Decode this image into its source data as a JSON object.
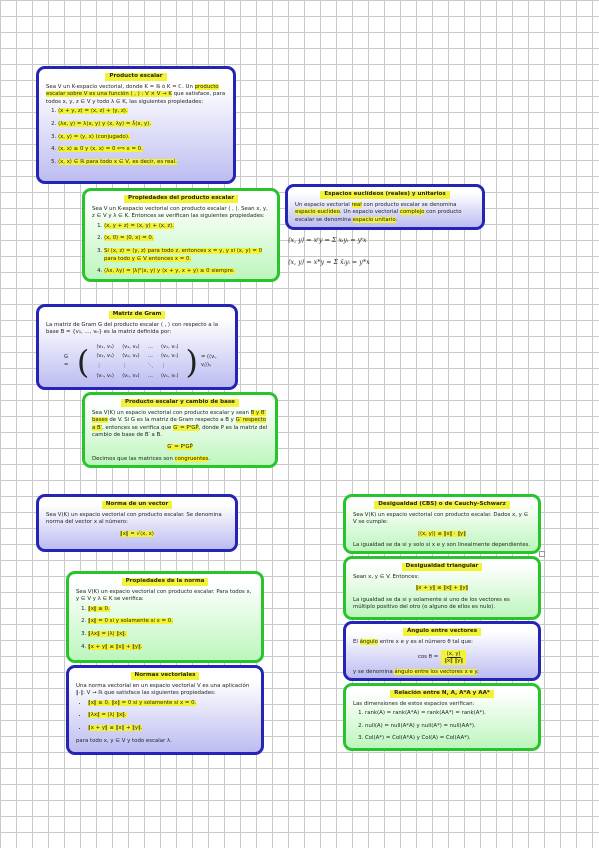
{
  "producto_escalar": {
    "title": "Producto escalar",
    "intro_a": "Sea V un K-espacio vectorial, donde K = ℝ ó K = ℂ. Un ",
    "intro_hl": "producto escalar sobre V es una función ⟨ , ⟩ : V × V → K",
    "intro_b": " que satisface, para todos x, y, z ∈ V y todo λ ∈ K, las siguientes propiedades:",
    "items": [
      "⟨x + y, z⟩ = ⟨x, z⟩ + ⟨y, z⟩.",
      "⟨λx, y⟩ = λ⟨x, y⟩ y ⟨x, λy⟩ = λ̄⟨x, y⟩.",
      "⟨x, y⟩ = ⟨y, x⟩ (conjugado).",
      "⟨x, x⟩ ≥ 0 y ⟨x, x⟩ = 0 ⟺ x = 0.",
      "⟨x, x⟩ ∈ ℝ para todo x ∈ V, es decir, es real."
    ]
  },
  "propiedades_producto": {
    "title": "Propiedades del producto escalar",
    "intro": "Sea V un K-espacio vectorial con producto escalar ⟨ , ⟩. Sean x, y, z ∈ V y λ ∈ K. Entonces se verifican las siguientes propiedades:",
    "items": [
      "⟨x, y + z⟩ = ⟨x, y⟩ + ⟨x, z⟩.",
      "⟨x, 0⟩ = ⟨0, x⟩ = 0.",
      "Si ⟨x, z⟩ = ⟨y, z⟩ para todo z, entonces x = y, y si ⟨x, y⟩ = 0 para todo y ∈ V entonces x = 0.",
      "⟨λx, λy⟩ = |λ|²⟨x, y⟩ y ⟨x + y, x + y⟩ ≥ 0 siempre."
    ]
  },
  "espacios_euclideos": {
    "title": "Espacios euclídeos (reales) y unitarios",
    "text_a": "Un espacio vectorial ",
    "hl1": "real",
    "text_b": " con producto escalar se denomina ",
    "hl2": "espacio euclídeo",
    "text_c": ". Un espacio vectorial ",
    "hl3": "complejo",
    "text_d": " con producto escalar se denomina ",
    "hl4": "espacio unitario",
    "text_e": "."
  },
  "formulas": {
    "f1": "⟨x, y⟩ = xᵗy = Σ xᵢyᵢ = yᵗx",
    "f2": "⟨x, y⟩ = x*y = Σ x̄ᵢyᵢ = y*x"
  },
  "matriz_gram": {
    "title": "Matriz de Gram",
    "intro": "La matriz de Gram G del producto escalar ⟨ , ⟩ con respecto a la base B = {v₁, …, vₙ} es la matriz definida por:",
    "label": "G =",
    "rows": [
      [
        "⟨v₁, v₁⟩",
        "⟨v₁, v₂⟩",
        "…",
        "⟨v₁, vₙ⟩"
      ],
      [
        "⟨v₂, v₁⟩",
        "⟨v₂, v₂⟩",
        "…",
        "⟨v₂, vₙ⟩"
      ],
      [
        "⋮",
        "⋮",
        "⋱",
        "⋮"
      ],
      [
        "⟨vₙ, v₁⟩",
        "⟨vₙ, v₂⟩",
        "…",
        "⟨vₙ, vₙ⟩"
      ]
    ],
    "suffix": "= (⟨vᵢ, vⱼ⟩)ᵢⱼ"
  },
  "producto_cambio_base": {
    "title": "Producto escalar y cambio de base",
    "text_a": "Sea V(K) un espacio vectorial con producto escalar y sean ",
    "hl1": "B y B′ bases",
    "text_b": " de V. Si G es la matriz de Gram respecto a B y ",
    "hl2": "G′ respecto a B′",
    "text_c": ", entonces se verifica que ",
    "hl3": "G′ = PᵗGP̄",
    "text_d": ", donde P es la matriz del cambio de base de B′ a B.",
    "formula": "G′ = PᵗGP̄",
    "footer_a": "Decimos que las matrices son ",
    "footer_hl": "congruentes",
    "footer_b": "."
  },
  "norma": {
    "title": "Norma de un vector",
    "intro": "Sea V(K) un espacio vectorial con producto escalar. Se denomina norma del vector x al número:",
    "formula": "‖x‖ = √⟨x, x⟩"
  },
  "propiedades_norma": {
    "title": "Propiedades de la norma",
    "intro": "Sea V(K) un espacio vectorial con producto escalar. Para todos x, y ∈ V y λ ∈ K se verifica:",
    "items": [
      "‖x‖ ≥ 0.",
      "‖x‖ = 0 si y solamente si x = 0.",
      "‖λx‖ = |λ| ‖x‖.",
      "‖x + y‖ ≤ ‖x‖ + ‖y‖."
    ]
  },
  "normas_vectoriales": {
    "title": "Normas vectoriales",
    "intro": "Una norma vectorial en un espacio vectorial V es una aplicación ‖·‖: V → ℝ que satisface las siguientes propiedades:",
    "items": [
      "‖x‖ ≥ 0, ‖x‖ = 0 si y solamente si x = 0.",
      "‖λx‖ = |λ| ‖x‖.",
      "‖x + y‖ ≤ ‖x‖ + ‖y‖."
    ],
    "footer": "para todo x, y ∈ V y todo escalar λ."
  },
  "cauchy": {
    "title": "Desigualdad (CBS) o de Cauchy-Schwarz",
    "intro": "Sea V(K) un espacio vectorial con producto escalar. Dados x, y ∈ V se cumple:",
    "formula": "|⟨x, y⟩| ≤ ‖x‖ · ‖y‖",
    "footer": "La igualdad se da si y solo si x e y son linealmente dependientes."
  },
  "triangular": {
    "title": "Desigualdad triangular",
    "intro": "Sean x, y ∈ V. Entonces:",
    "formula": "‖x + y‖ ≤ ‖x‖ + ‖y‖",
    "footer": "La igualdad se da si y solamente si uno de los vectores es múltiplo positivo del otro (o alguno de ellos es nulo)."
  },
  "angulo": {
    "title": "Ángulo entre vectores",
    "intro_a": "El ",
    "intro_hl": "ángulo",
    "intro_b": " entre x e y es el número θ tal que:",
    "formula_left": "cos θ =",
    "formula_num": "⟨x, y⟩",
    "formula_den": "‖x‖ ‖y‖",
    "footer_a": "y se denomina ",
    "footer_hl": "ángulo entre los vectores x e y",
    "footer_b": "."
  },
  "relacion": {
    "title": "Relación entre N, A, A*A y AA*",
    "intro": "Las dimensiones de estos espacios verifican:",
    "items": [
      "rank(A) = rank(A*A) = rank(AA*) = rank(A*).",
      "null(A) = null(A*A) y null(A*) = null(AA*).",
      "Col(A*) = Col(A*A) y Col(A) = Col(AA*)."
    ]
  }
}
